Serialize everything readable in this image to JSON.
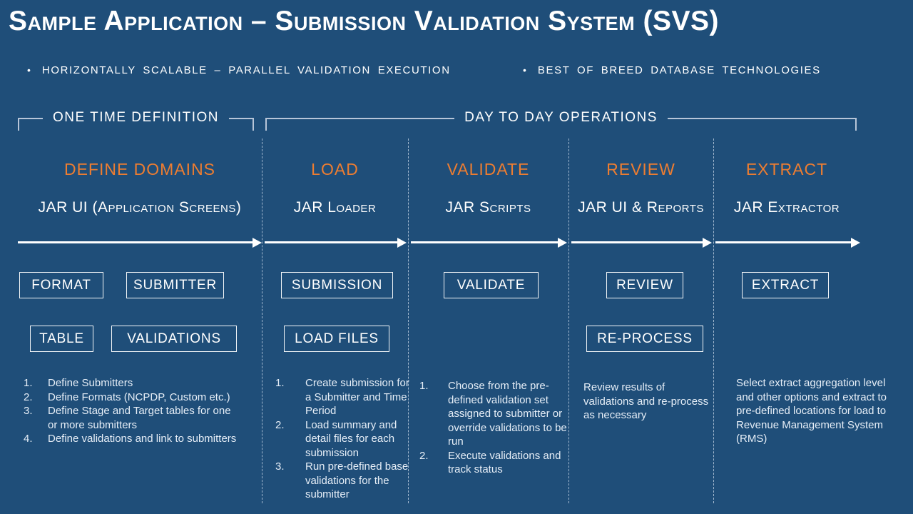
{
  "slide_title": "Sample Application – Submission Validation System (SVS)",
  "bullets": [
    "HORIZONTALLY SCALABLE – PARALLEL VALIDATION EXECUTION",
    "BEST OF BREED DATABASE TECHNOLOGIES"
  ],
  "bullet_marker": "•",
  "phases": [
    {
      "label": "ONE TIME DEFINITION"
    },
    {
      "label": "DAY TO DAY OPERATIONS"
    }
  ],
  "columns": [
    {
      "header": "DEFINE DOMAINS",
      "tool": "JAR UI (Application Screens)",
      "boxes": [
        "FORMAT",
        "SUBMITTER",
        "TABLE",
        "VALIDATIONS"
      ],
      "steps": [
        "Define Submitters",
        "Define Formats (NCPDP, Custom etc.)",
        "Define Stage and Target tables for one or more submitters",
        "Define validations and link to submitters"
      ]
    },
    {
      "header": "LOAD",
      "tool": "JAR Loader",
      "boxes": [
        "SUBMISSION",
        "LOAD FILES"
      ],
      "steps": [
        "Create submission for a Submitter and Time Period",
        "Load summary and detail files for each submission",
        "Run pre-defined base validations for the submitter"
      ]
    },
    {
      "header": "VALIDATE",
      "tool": "JAR Scripts",
      "boxes": [
        "VALIDATE"
      ],
      "steps": [
        "Choose from the pre-defined validation set assigned to submitter or override validations to be run",
        "Execute validations and track status"
      ]
    },
    {
      "header": "REVIEW",
      "tool": "JAR UI & Reports",
      "boxes": [
        "REVIEW",
        "RE-PROCESS"
      ],
      "note": "Review results of validations and re-process as necessary"
    },
    {
      "header": "EXTRACT",
      "tool": "JAR Extractor",
      "boxes": [
        "EXTRACT"
      ],
      "note": "Select extract aggregation level and other options and extract to pre-defined locations for load to Revenue Management System (RMS)"
    }
  ],
  "colors": {
    "background": "#1F4E79",
    "accent": "#ED7D31",
    "line": "#B7C5D8",
    "text": "#FFFFFF",
    "body_text": "#E6EEF7"
  }
}
